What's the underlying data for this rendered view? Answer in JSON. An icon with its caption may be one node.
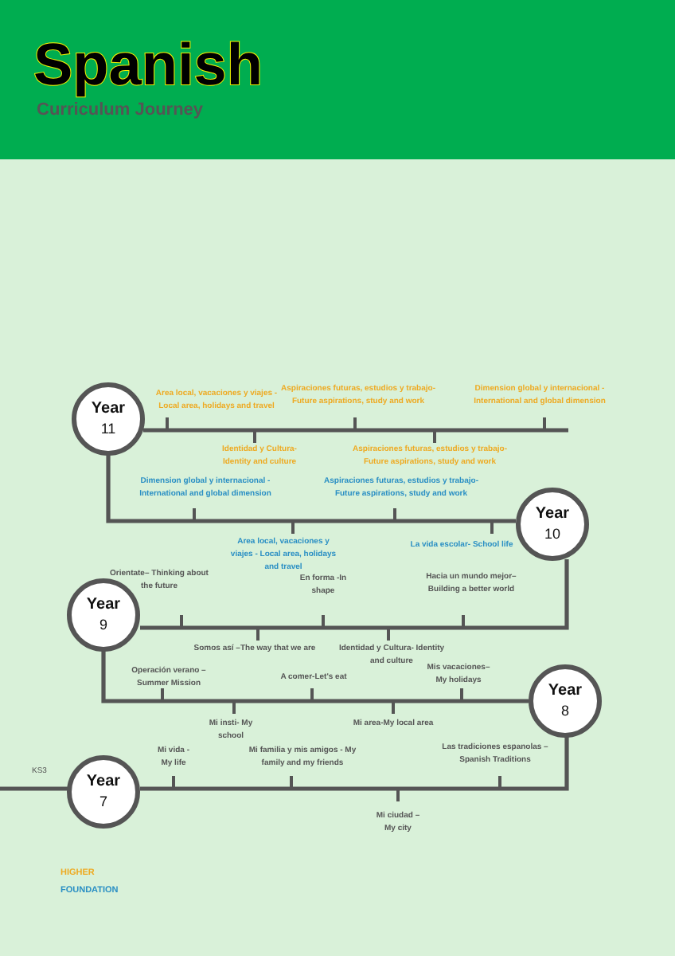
{
  "diagram": {
    "title": "Spanish",
    "nodes": [
      {
        "text": [
          "Year",
          "11"
        ]
      },
      {
        "text": [
          "Year",
          "10"
        ]
      },
      {
        "text": [
          "Year",
          "9"
        ]
      },
      {
        "text": [
          "Year",
          "8"
        ]
      },
      {
        "text": [
          "Year",
          "7"
        ]
      }
    ],
    "edges": [
      {
        "from": 0,
        "to": null,
        "arrow": "none"
      },
      {
        "from": 0,
        "to": 1,
        "arrow": "none"
      },
      {
        "from": 1,
        "to": 2,
        "arrow": "none"
      },
      {
        "from": 2,
        "to": 3,
        "arrow": "none"
      },
      {
        "from": 3,
        "to": 4,
        "arrow": "none"
      },
      {
        "from": 4,
        "to": null,
        "arrow": "none"
      }
    ],
    "labels": [
      "Curriculum Journey",
      "KS3",
      "Area local, vacaciones y viajes - Local area, holidays and travel",
      "Aspiraciones futuras, estudios y trabajo- Future aspirations, study and work",
      "Dimension global y internacional - International and global dimension",
      "Identidad y Cultura- Identity and culture",
      "Aspiraciones futuras, estudios y trabajo- Future aspirations, study and work",
      "Dimension global y internacional - International and global dimension",
      "Aspiraciones futuras, estudios y trabajo- Future aspirations, study and work",
      "Area local, vacaciones y viajes - Local area, holidays and travel",
      "La vida escolar- School life",
      "Orientate– Thinking about the future",
      "En forma -In shape",
      "Hacia un mundo mejor– Building a better world",
      "Somos así –The way that we are",
      "Identidad y Cultura- Identity and culture",
      "Operación verano – Summer Mission",
      "A comer-Let's eat",
      "Mis vacaciones– My holidays",
      "Mi insti- My school",
      "Mi area-My local area",
      "Mi vida - My life",
      "Mi familia y mis amigos - My family and my friends",
      "Las tradiciones espanolas – Spanish Traditions",
      "Mi ciudad – My city"
    ],
    "legend": [
      {
        "text": "HIGHER",
        "color": "#eeaa22"
      },
      {
        "text": "FOUNDATION",
        "color": "#2a8fc4"
      }
    ]
  }
}
